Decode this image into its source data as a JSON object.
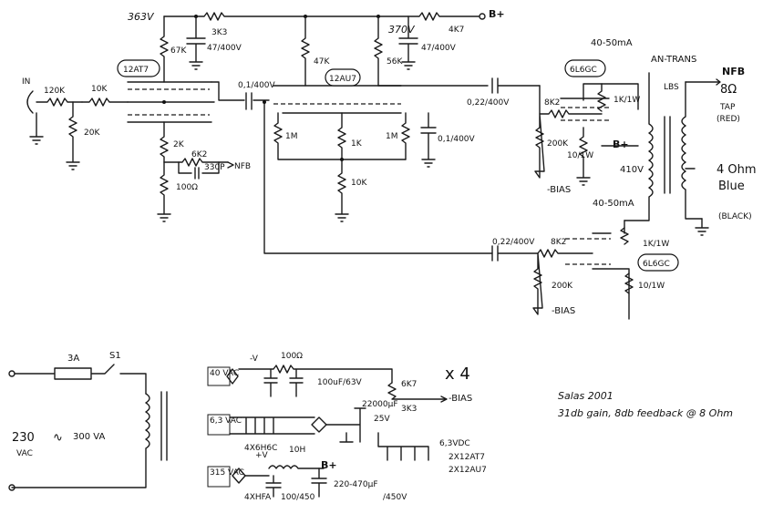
{
  "input": {
    "label": "IN",
    "r1": "120K",
    "r2": "10K",
    "r3": "20K"
  },
  "v1": {
    "tube": "12AT7",
    "plate_r": "67K",
    "cath_r": "2K",
    "ground_r": "100Ω",
    "nfb_r": "6K2",
    "nfb_c": "330P",
    "nfb_label": "NFB"
  },
  "coupling1": "0,1/400V",
  "v2": {
    "tube": "12AU7",
    "plate_r1": "47K",
    "plate_r2": "56K",
    "grid_r1": "1M",
    "grid_r2": "1M",
    "tail_r": "1K",
    "tail_r2": "10K",
    "bypass_c": "0,1/400V"
  },
  "supply": {
    "v363": "363V",
    "r3k3": "3K3",
    "c1": "47/400V",
    "v370": "370V",
    "r4k7": "4K7",
    "c2": "47/400V",
    "bplus": "B+"
  },
  "out_top": {
    "current": "40-50mA",
    "cap": "0,22/400V",
    "grid_r": "8K2",
    "tube": "6L6GC",
    "screen_r": "1K/1W",
    "cath_r": "10/1W",
    "bias_r": "200K",
    "bias": "-BIAS",
    "bplus": "B+",
    "voltage": "410V"
  },
  "out_bot": {
    "current": "40-50mA",
    "cap": "0,22/400V",
    "grid_r": "8K2",
    "tube": "6L6GC",
    "screen_r": "1K/1W",
    "cath_r": "10/1W",
    "bias_r": "200K",
    "bias": "-BIAS"
  },
  "transformer": {
    "name": "AN-TRANS",
    "imp": "LBS",
    "nfb": "NFB",
    "ohm8": "8Ω",
    "tap": "TAP",
    "red": "(RED)",
    "ohm4": "4 Ohm",
    "blue": "Blue",
    "black": "(BLACK)"
  },
  "mains": {
    "fuse": "3A",
    "switch": "S1",
    "voltage_num": "230",
    "voltage_unit": "VAC",
    "va": "300 VA",
    "tilde": "∿"
  },
  "psu_bias": {
    "ac": "40 VAC",
    "v": "-V",
    "r": "100Ω",
    "c": "100uF/63V",
    "pot": "6K7",
    "r2": "3K3",
    "out": "-BIAS",
    "x4": "x 4"
  },
  "psu_heater": {
    "ac": "6,3 VAC",
    "caps": "4X6H6C",
    "c_big": "22000μF",
    "v25": "25V",
    "out": "6,3VDC",
    "load1": "2X12AT7",
    "load2": "2X12AU7"
  },
  "psu_hv": {
    "ac": "315 VAC",
    "diodes": "4XHFA",
    "choke": "10H",
    "plus": "+V",
    "c1": "100/450",
    "c2": "220-470μF",
    "c3": "/450V",
    "bplus": "B+"
  },
  "notes": {
    "author": "Salas 2001",
    "spec": "31db gain, 8db feedback @ 8 Ohm"
  }
}
